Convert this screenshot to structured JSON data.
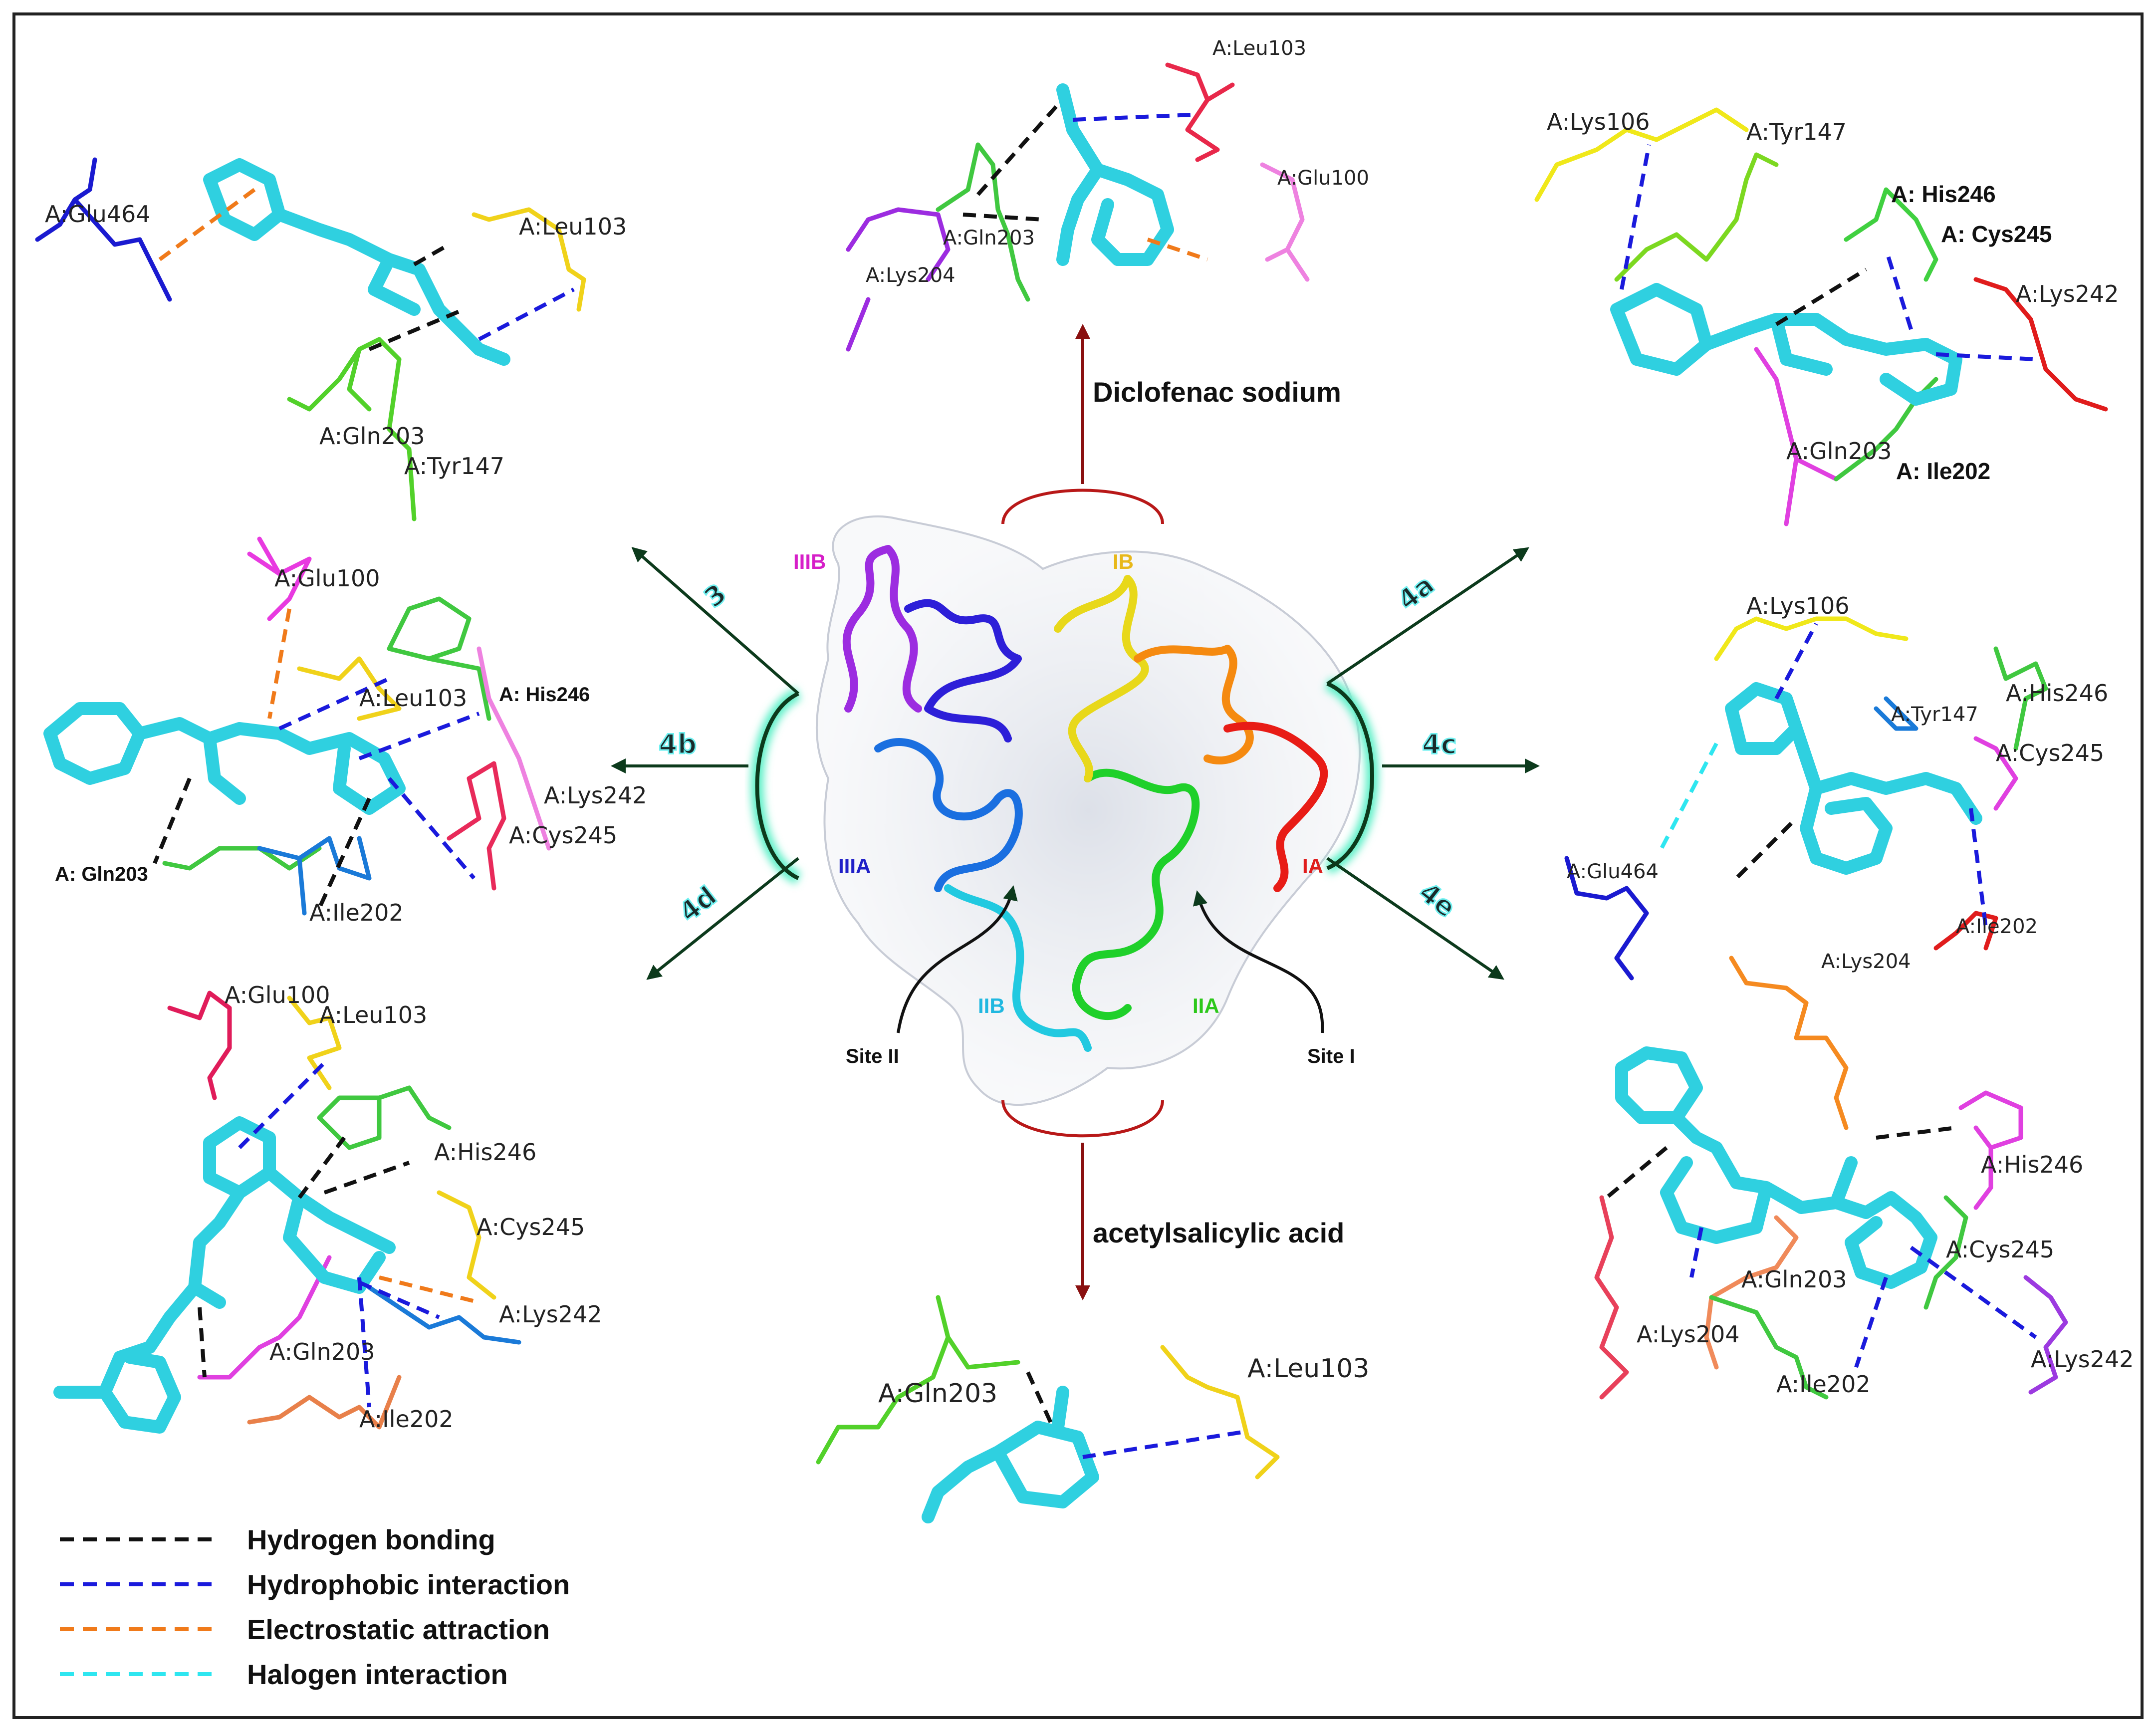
{
  "center": {
    "domains": [
      "IIIB",
      "IB",
      "IIIA",
      "IA",
      "IIB",
      "IIA"
    ],
    "site_labels": {
      "site2": "Site II",
      "site1": "Site I"
    },
    "arrow_labels": [
      "3",
      "4a",
      "4b",
      "4c",
      "4d",
      "4e"
    ],
    "top_label": "Diclofenac sodium",
    "bottom_label": "acetylsalicylic acid"
  },
  "panels": {
    "p3": [
      "A:Glu464",
      "A:Leu103",
      "A:Gln203",
      "A:Tyr147"
    ],
    "diclofenac": [
      "A:Leu103",
      "A:Glu100",
      "A:Gln203",
      "A:Lys204"
    ],
    "p4a": [
      "A:Lys106",
      "A:Tyr147",
      "A: His246",
      "A: Cys245",
      "A:Lys242",
      "A:Gln203",
      "A: Ile202"
    ],
    "p4b": [
      "A:Glu100",
      "A:Leu103",
      "A: His246",
      "A:Lys242",
      "A:Cys245",
      "A: Gln203",
      "A:Ile202"
    ],
    "p4c": [
      "A:Lys106",
      "A:Tyr147",
      "A:His246",
      "A:Cys245",
      "A:Glu464",
      "A:Ile202",
      "A:Lys204"
    ],
    "p4d": [
      "A:Glu100",
      "A:Leu103",
      "A:His246",
      "A:Cys245",
      "A:Lys242",
      "A:Gln203",
      "A:Ile202"
    ],
    "p4e": [
      "A:His246",
      "A:Cys245",
      "A:Gln203",
      "A:Lys204",
      "A:Ile202",
      "A:Lys242"
    ],
    "aspirin": [
      "A:Gln203",
      "A:Leu103"
    ]
  },
  "legend": [
    {
      "label": "Hydrogen bonding",
      "color": "#111111"
    },
    {
      "label": "Hydrophobic interaction",
      "color": "#1a1adc"
    },
    {
      "label": "Electrostatic attraction",
      "color": "#f07a1a"
    },
    {
      "label": "Halogen interaction",
      "color": "#2ee6f0"
    }
  ]
}
